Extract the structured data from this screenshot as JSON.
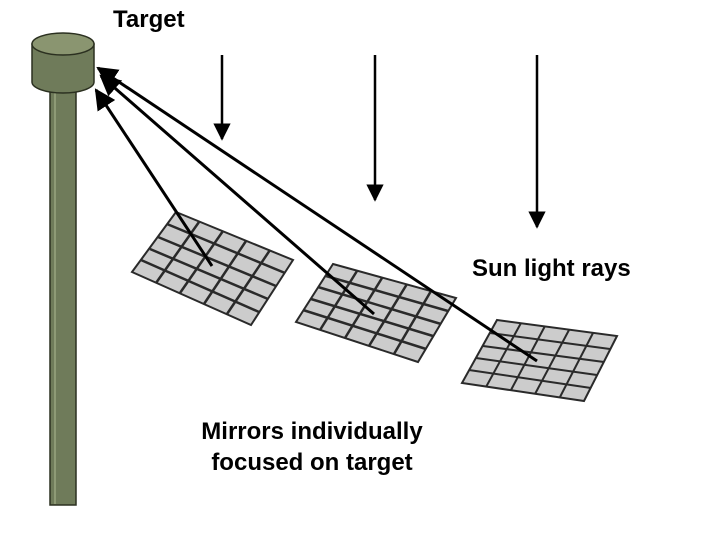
{
  "labels": {
    "target": "Target",
    "sun_rays": "Sun light rays",
    "mirrors_line1": "Mirrors individually",
    "mirrors_line2": "focused on target"
  },
  "colors": {
    "tower": "#6f7b5a",
    "mirror_cell": "#cccccc",
    "mirror_line": "#2a2a2a",
    "arrow": "#000000"
  },
  "icons": [
    "tower",
    "receiver",
    "heliostat-mirror",
    "arrow"
  ]
}
